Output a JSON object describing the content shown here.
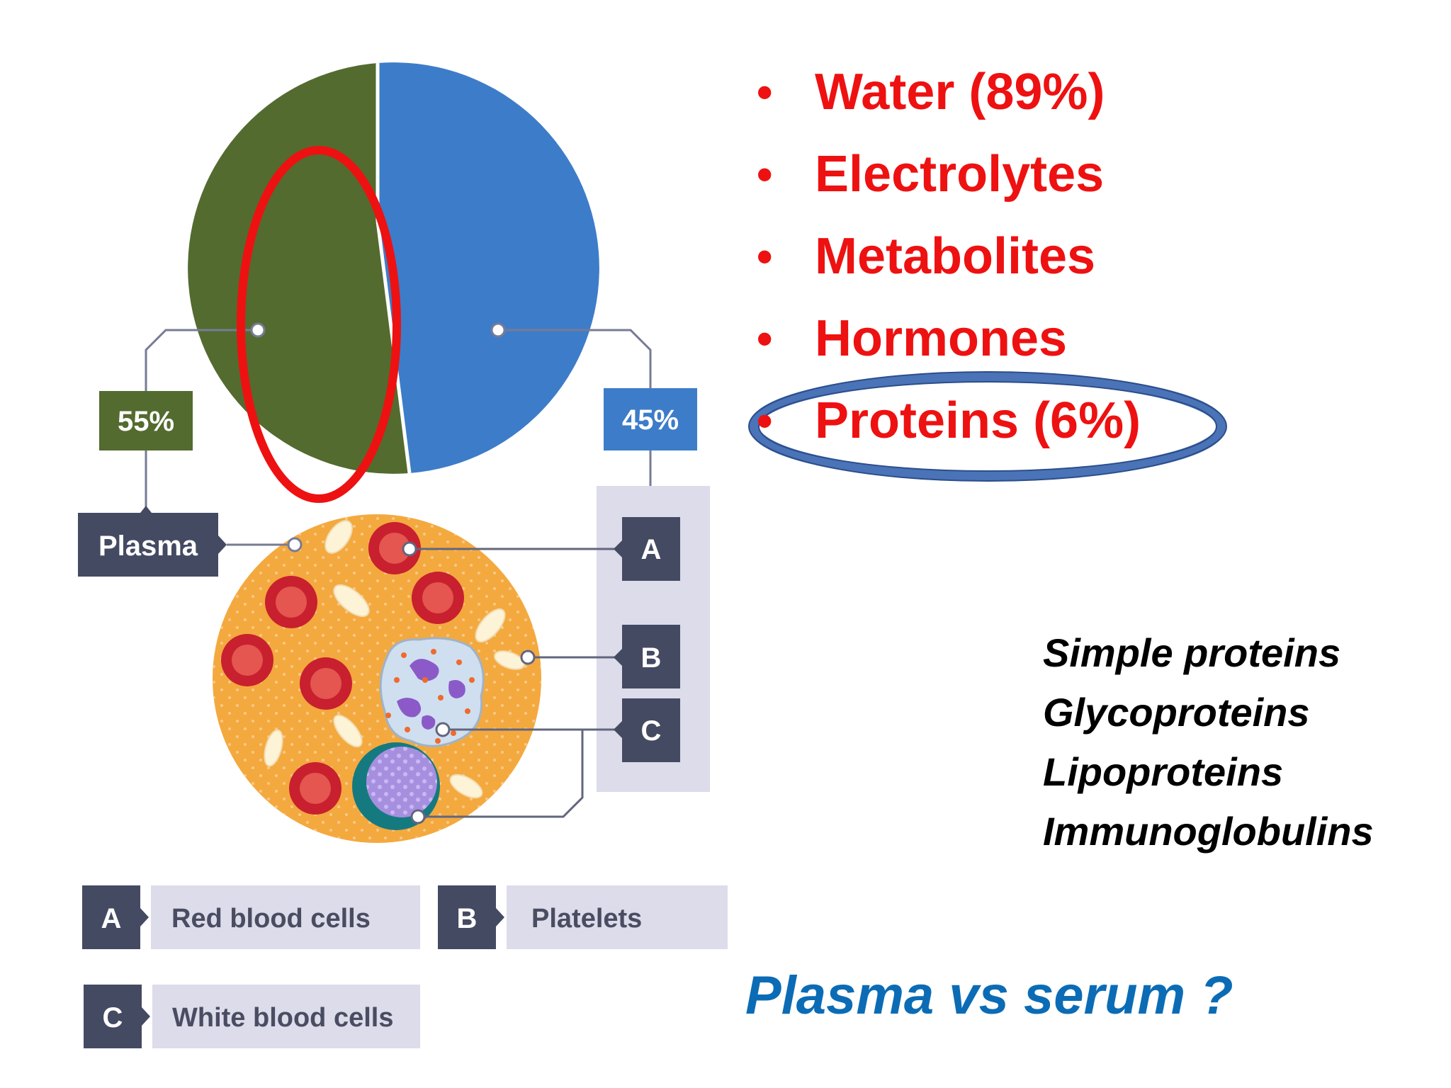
{
  "diagram": {
    "plasma_pct": "55%",
    "cells_pct": "45%",
    "plasma_label": "Plasma",
    "marker_a": "A",
    "marker_b": "B",
    "marker_c": "C"
  },
  "legend": [
    {
      "key": "A",
      "label": "Red blood cells"
    },
    {
      "key": "B",
      "label": "Platelets"
    },
    {
      "key": "C",
      "label": "White blood cells"
    }
  ],
  "plasma_components": [
    "Water (89%)",
    "Electrolytes",
    "Metabolites",
    "Hormones",
    "Proteins (6%)"
  ],
  "bullet_symbol": "•",
  "protein_types": [
    "Simple proteins",
    "Glycoproteins",
    "Lipoproteins",
    "Immunoglobulins"
  ],
  "question": "Plasma vs serum ?",
  "colors": {
    "plasma_green": "#536b2f",
    "cells_blue": "#3d7cc9",
    "label_navy": "#454a63",
    "legend_bg": "#dcdcea",
    "blood_orange": "#f4a93e",
    "rbc_red": "#c8202e",
    "highlight_red": "#ee1111",
    "highlight_blue_ring": "#4a73b8",
    "question_blue": "#0b6cb5"
  }
}
